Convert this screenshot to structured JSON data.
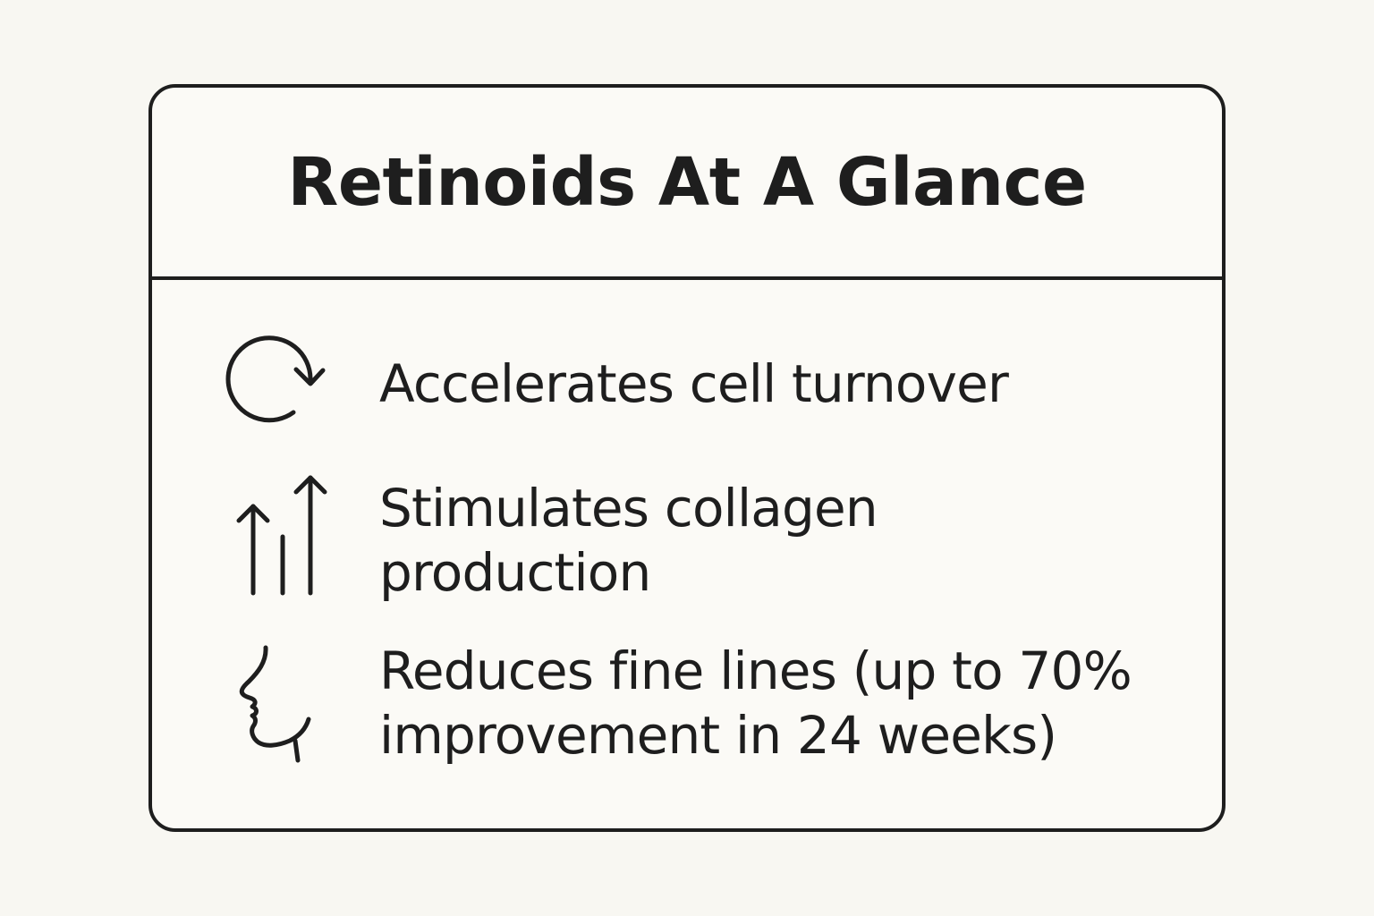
{
  "title": "Retinoids At A Glance",
  "benefits": [
    {
      "icon": "cycle-arrow-icon",
      "text": "Accelerates cell turnover"
    },
    {
      "icon": "up-arrows-icon",
      "text": "Stimulates collagen\nproduction"
    },
    {
      "icon": "face-profile-icon",
      "text": "Reduces fine lines (up to 70%\nimprovement in 24 weeks)"
    }
  ],
  "colors": {
    "background": "#f8f7f2",
    "card": "#fbfaf6",
    "ink": "#1e1e1e"
  }
}
